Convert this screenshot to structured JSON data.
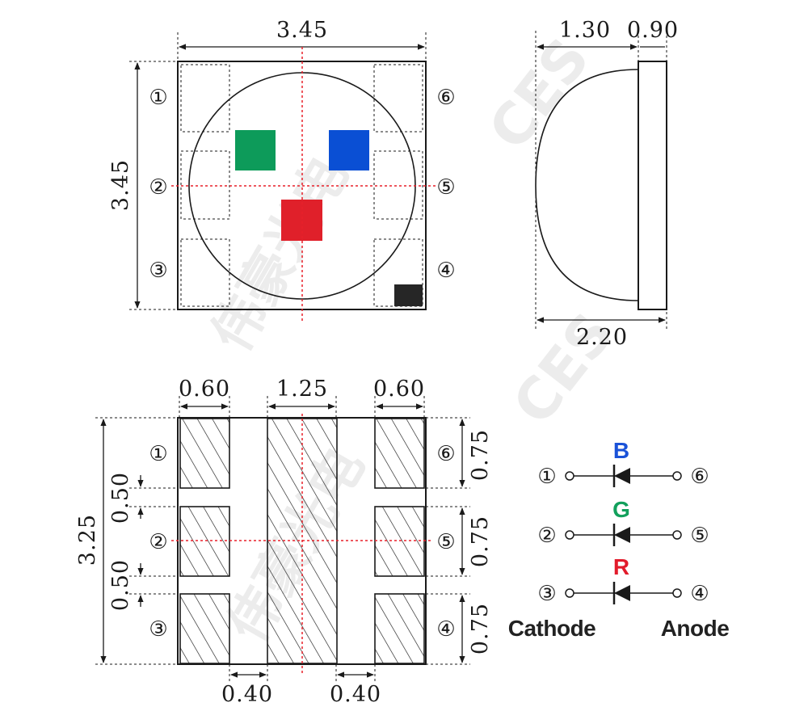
{
  "top_view": {
    "width": "3.45",
    "height": "3.45",
    "pins_left": [
      "①",
      "②",
      "③"
    ],
    "pins_right": [
      "⑥",
      "⑤",
      "④"
    ],
    "chips": {
      "green": "#0d9b5a",
      "blue": "#0a4fd4",
      "red": "#e0202a",
      "marker": "#262626"
    }
  },
  "side_view": {
    "dome_width": "1.30",
    "base_width": "0.90",
    "total_width": "2.20"
  },
  "bottom_view": {
    "pad_left_width": "0.60",
    "center_pad_width": "1.25",
    "pad_right_width": "0.60",
    "total_height": "3.25",
    "gap_upper": "0.50",
    "gap_lower": "0.50",
    "pad_height_1": "0.75",
    "pad_height_2": "0.75",
    "pad_height_3": "0.75",
    "spacing_left": "0.40",
    "spacing_right": "0.40",
    "pins_left": [
      "①",
      "②",
      "③"
    ],
    "pins_right": [
      "⑥",
      "⑤",
      "④"
    ]
  },
  "schematic": {
    "rows": [
      {
        "color_label": "B",
        "color": "#1a52d8",
        "left_pin": "①",
        "right_pin": "⑥"
      },
      {
        "color_label": "G",
        "color": "#12a05c",
        "left_pin": "②",
        "right_pin": "⑤"
      },
      {
        "color_label": "R",
        "color": "#e21b2b",
        "left_pin": "③",
        "right_pin": "④"
      }
    ],
    "cathode_label": "Cathode",
    "anode_label": "Anode"
  },
  "watermark": {
    "text": "CES",
    "cn_text": "伟豪光电"
  },
  "colors": {
    "line": "#1a1a1a",
    "center_line": "#e8202a"
  }
}
